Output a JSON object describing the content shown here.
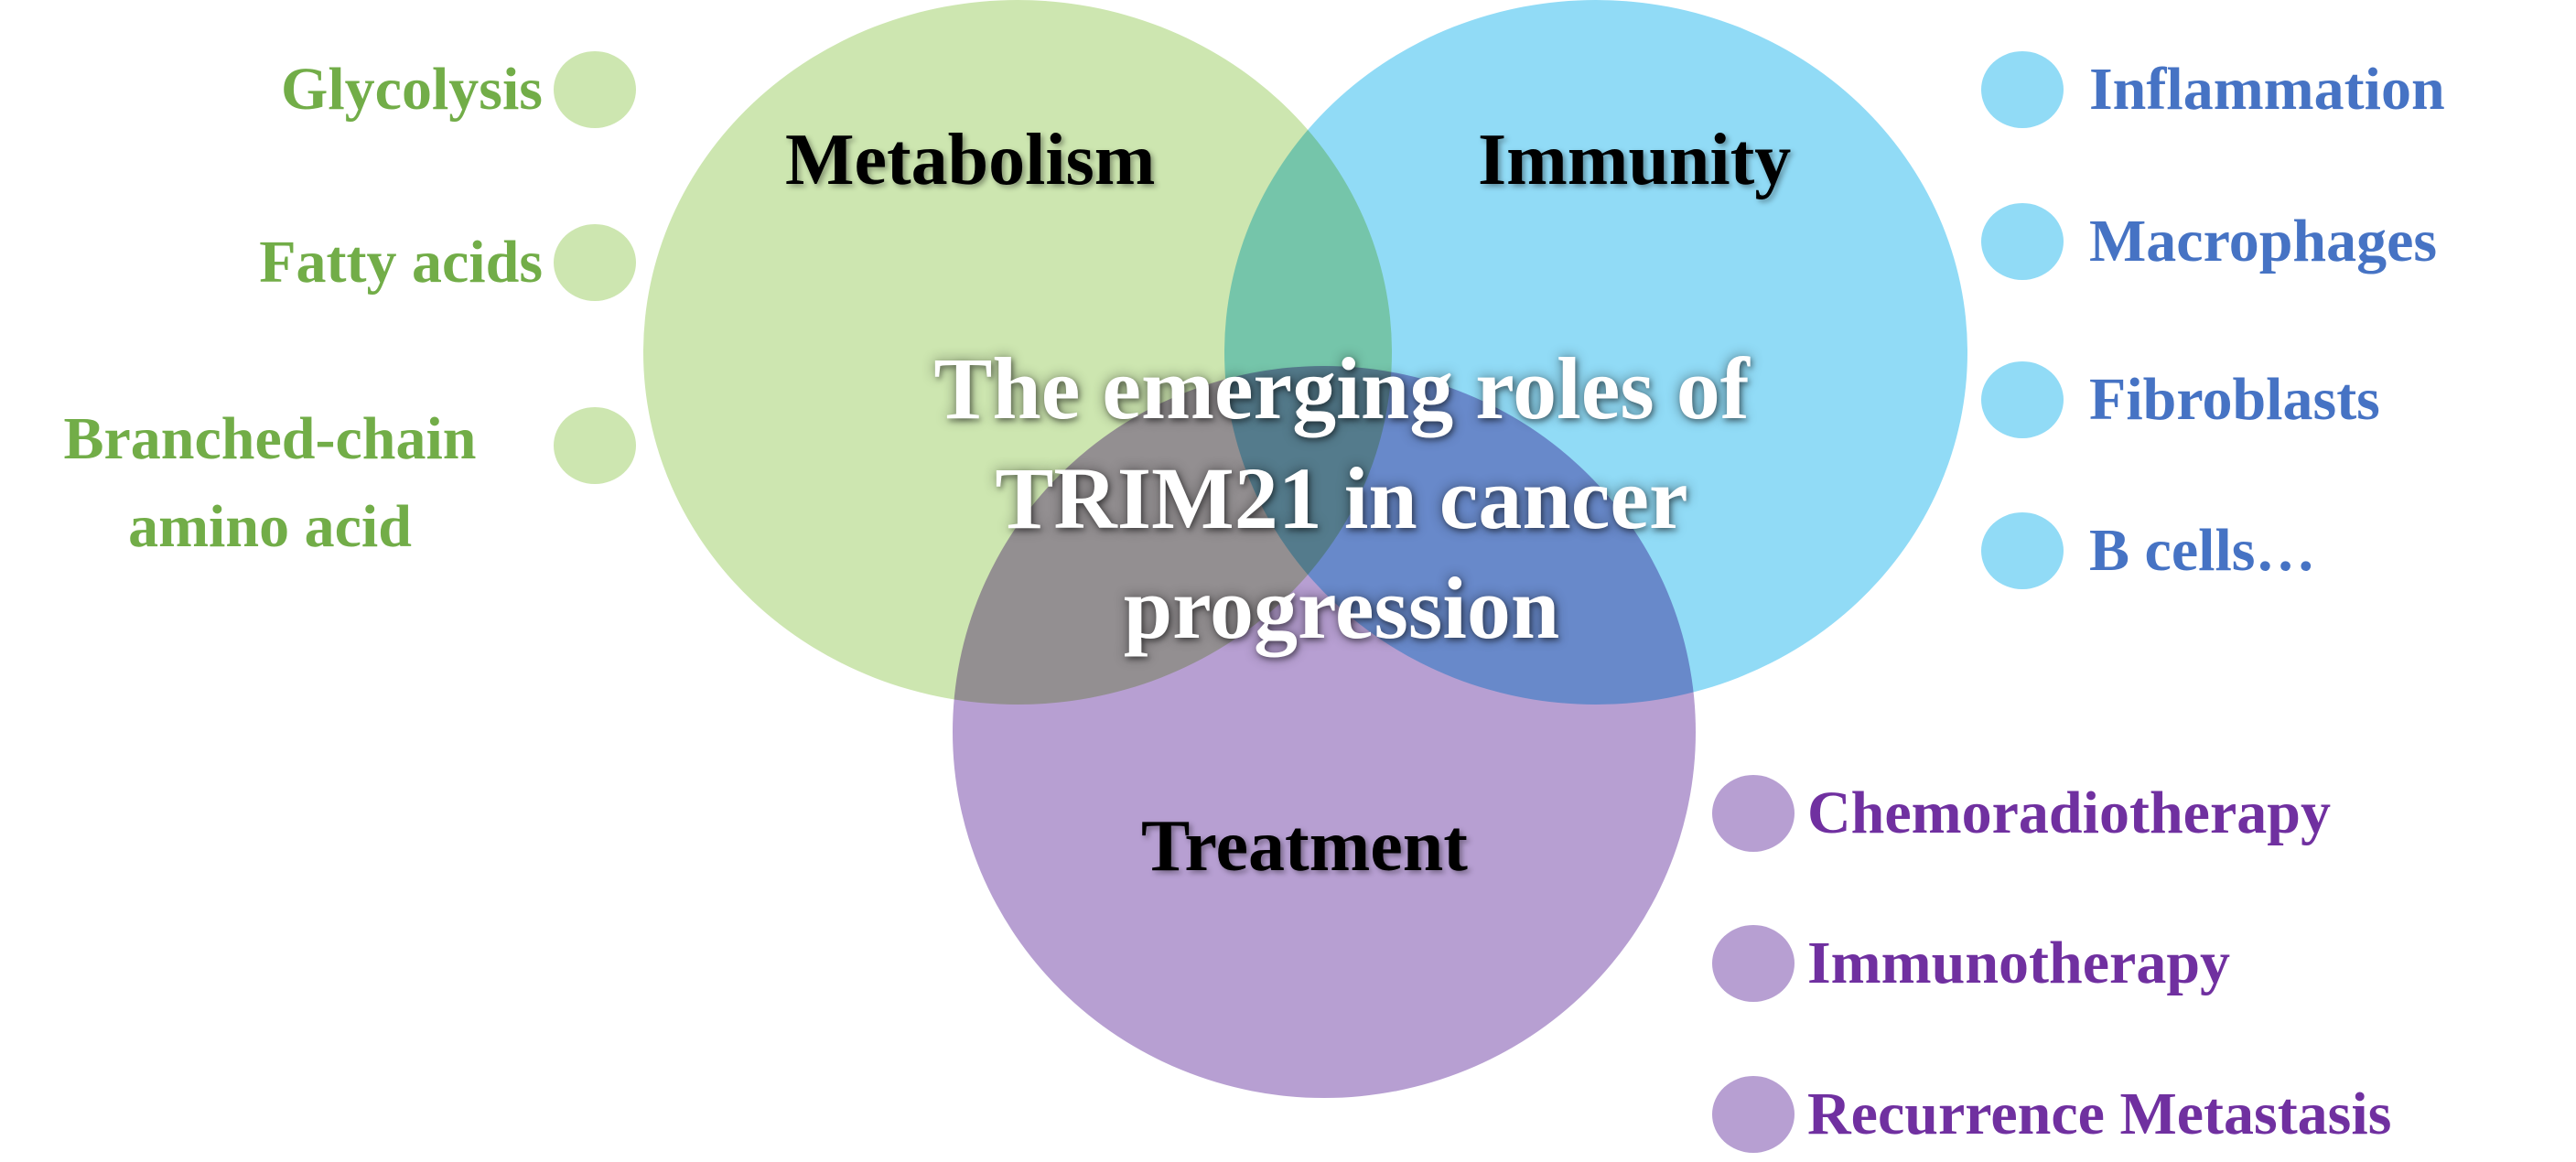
{
  "colors": {
    "metabolism": "#cde6b0",
    "immunity": "#91dbf6",
    "treatment": "#b79fd2",
    "metabolism_text": "#72ad48",
    "immunity_text": "#4673c4",
    "treatment_text": "#7030a0"
  },
  "center_title": [
    "The emerging roles of",
    "TRIM21 in cancer",
    "progression"
  ],
  "circles": {
    "metabolism": "Metabolism",
    "immunity": "Immunity",
    "treatment": "Treatment"
  },
  "metabolism_items": [
    "Glycolysis",
    "Fatty acids",
    "Branched-chain amino acid"
  ],
  "immunity_items": [
    "Inflammation",
    "Macrophages",
    "Fibroblasts",
    "B cells…"
  ],
  "treatment_items": [
    "Chemoradiotherapy",
    "Immunotherapy",
    "Recurrence Metastasis"
  ]
}
